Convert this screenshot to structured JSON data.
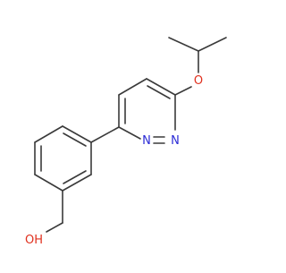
{
  "molecule": {
    "atom_labels": {
      "ether_oxygen": "O",
      "pyridazine_n1": "N",
      "pyridazine_n2": "N",
      "hydroxyl": "OH"
    },
    "colors": {
      "bond": "#3a3a3a",
      "nitrogen": "#2b2bd6",
      "oxygen": "#e0301e",
      "background": "#ffffff"
    }
  }
}
